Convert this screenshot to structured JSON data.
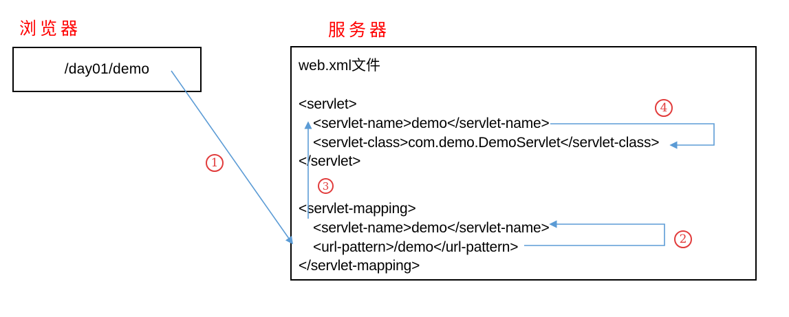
{
  "colors": {
    "arrow_blue": "#5B9BD5",
    "heading_red": "#FF0000",
    "step_number_red": "#E13B3B",
    "box_border_black": "#000000",
    "background": "#FFFFFF"
  },
  "browser": {
    "title": "浏览器",
    "request_url": "/day01/demo"
  },
  "server": {
    "title": "服务器",
    "file_label": "web.xml文件",
    "code_lines": [
      "<servlet>",
      "<servlet-name>demo</servlet-name>",
      "<servlet-class>com.demo.DemoServlet</servlet-class>",
      "</servlet>",
      "<servlet-mapping>",
      "<servlet-name>demo</servlet-name>",
      "<url-pattern>/demo</url-pattern>",
      "</servlet-mapping>"
    ]
  },
  "steps": [
    "1",
    "2",
    "3",
    "4"
  ]
}
